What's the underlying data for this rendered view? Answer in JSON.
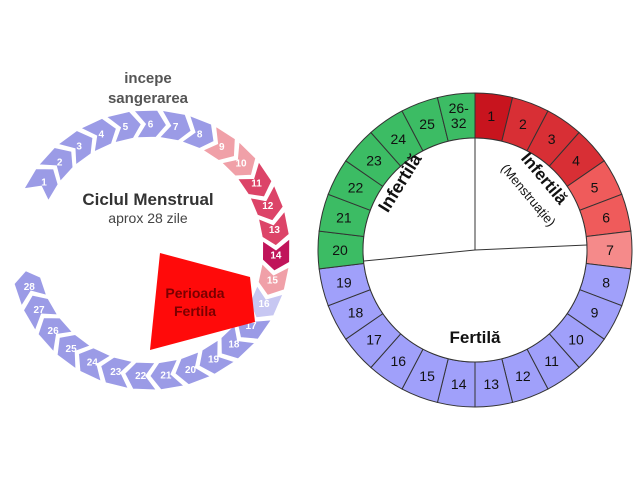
{
  "left_diagram": {
    "start_label_line1": "incepe",
    "start_label_line2": "sangerarea",
    "title": "Ciclul Menstrual",
    "subtitle": "aprox 28 zile",
    "fertile_label_line1": "Perioada",
    "fertile_label_line2": "Fertila",
    "days": [
      "1",
      "2",
      "3",
      "4",
      "5",
      "6",
      "7",
      "8",
      "9",
      "10",
      "11",
      "12",
      "13",
      "14",
      "15",
      "16",
      "17",
      "18",
      "19",
      "20",
      "21",
      "22",
      "23",
      "24",
      "25",
      "26",
      "27",
      "28"
    ],
    "colors": {
      "normal": "#9b9be6",
      "normal_light": "#c7c7f2",
      "fertile_light": "#f0a0a8",
      "fertile_mid": "#dc4468",
      "fertile_peak": "#c0145a",
      "wedge": "#ff0a0a",
      "text_dark": "#333333"
    }
  },
  "right_diagram": {
    "segments": [
      "1",
      "2",
      "3",
      "4",
      "5",
      "6",
      "7",
      "8",
      "9",
      "10",
      "11",
      "12",
      "13",
      "14",
      "15",
      "16",
      "17",
      "18",
      "19",
      "20",
      "21",
      "22",
      "23",
      "24",
      "25",
      "26-\n32"
    ],
    "segment_groups": [
      {
        "name": "menstrual",
        "from": 0,
        "to": 6
      },
      {
        "name": "fertile",
        "from": 7,
        "to": 18
      },
      {
        "name": "infertile",
        "from": 19,
        "to": 25
      }
    ],
    "labels": {
      "menstrual_title": "Infertilă",
      "menstrual_sub": "(Menstruație)",
      "infertile": "Infertilă",
      "fertile": "Fertilă"
    },
    "colors": {
      "red_dark": "#c8141e",
      "red_mid": "#d82f35",
      "red_light": "#ef5b5b",
      "red_pale": "#f58a8a",
      "blue": "#a0a0fa",
      "green": "#3cbc64",
      "line": "#333333"
    }
  }
}
